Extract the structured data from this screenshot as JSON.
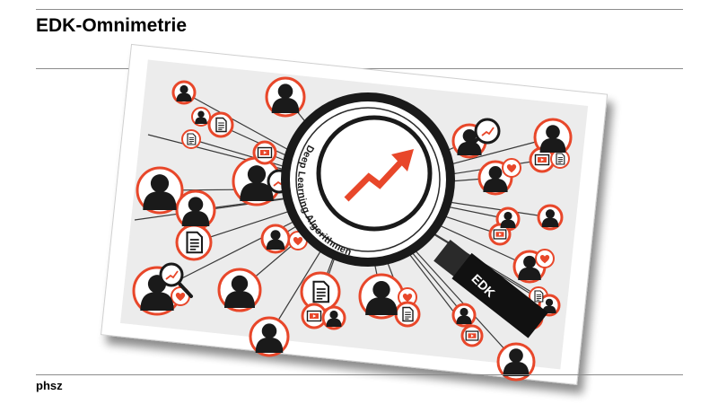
{
  "header": {
    "title": "EDK-Omnimetrie"
  },
  "illustration": {
    "lens_text": "Deep Learning Algorithmen",
    "handle_text": "EDK",
    "accent_color": "#e8472a",
    "icon_color": "#1a1a1a",
    "card_color": "#ececec"
  },
  "footer": {
    "label": "phsz"
  }
}
